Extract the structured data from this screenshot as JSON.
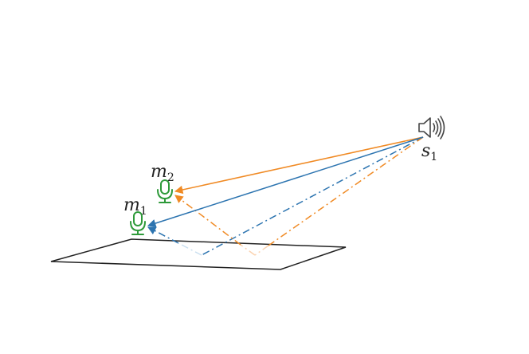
{
  "labels": {
    "source": {
      "main": "s",
      "sub": "1"
    },
    "mic1": {
      "main": "m",
      "sub": "1"
    },
    "mic2": {
      "main": "m",
      "sub": "2"
    }
  },
  "colors": {
    "blue": "#2c74b0",
    "orange": "#f08a24",
    "mic_green": "#2e9a3a",
    "speaker": "#444444",
    "plane": "#222222",
    "faint_blue": "#c9dff0",
    "faint_orange": "#fbd3b0"
  },
  "icons": {
    "source": "speaker-icon",
    "mic1": "microphone-icon",
    "mic2": "microphone-icon"
  }
}
